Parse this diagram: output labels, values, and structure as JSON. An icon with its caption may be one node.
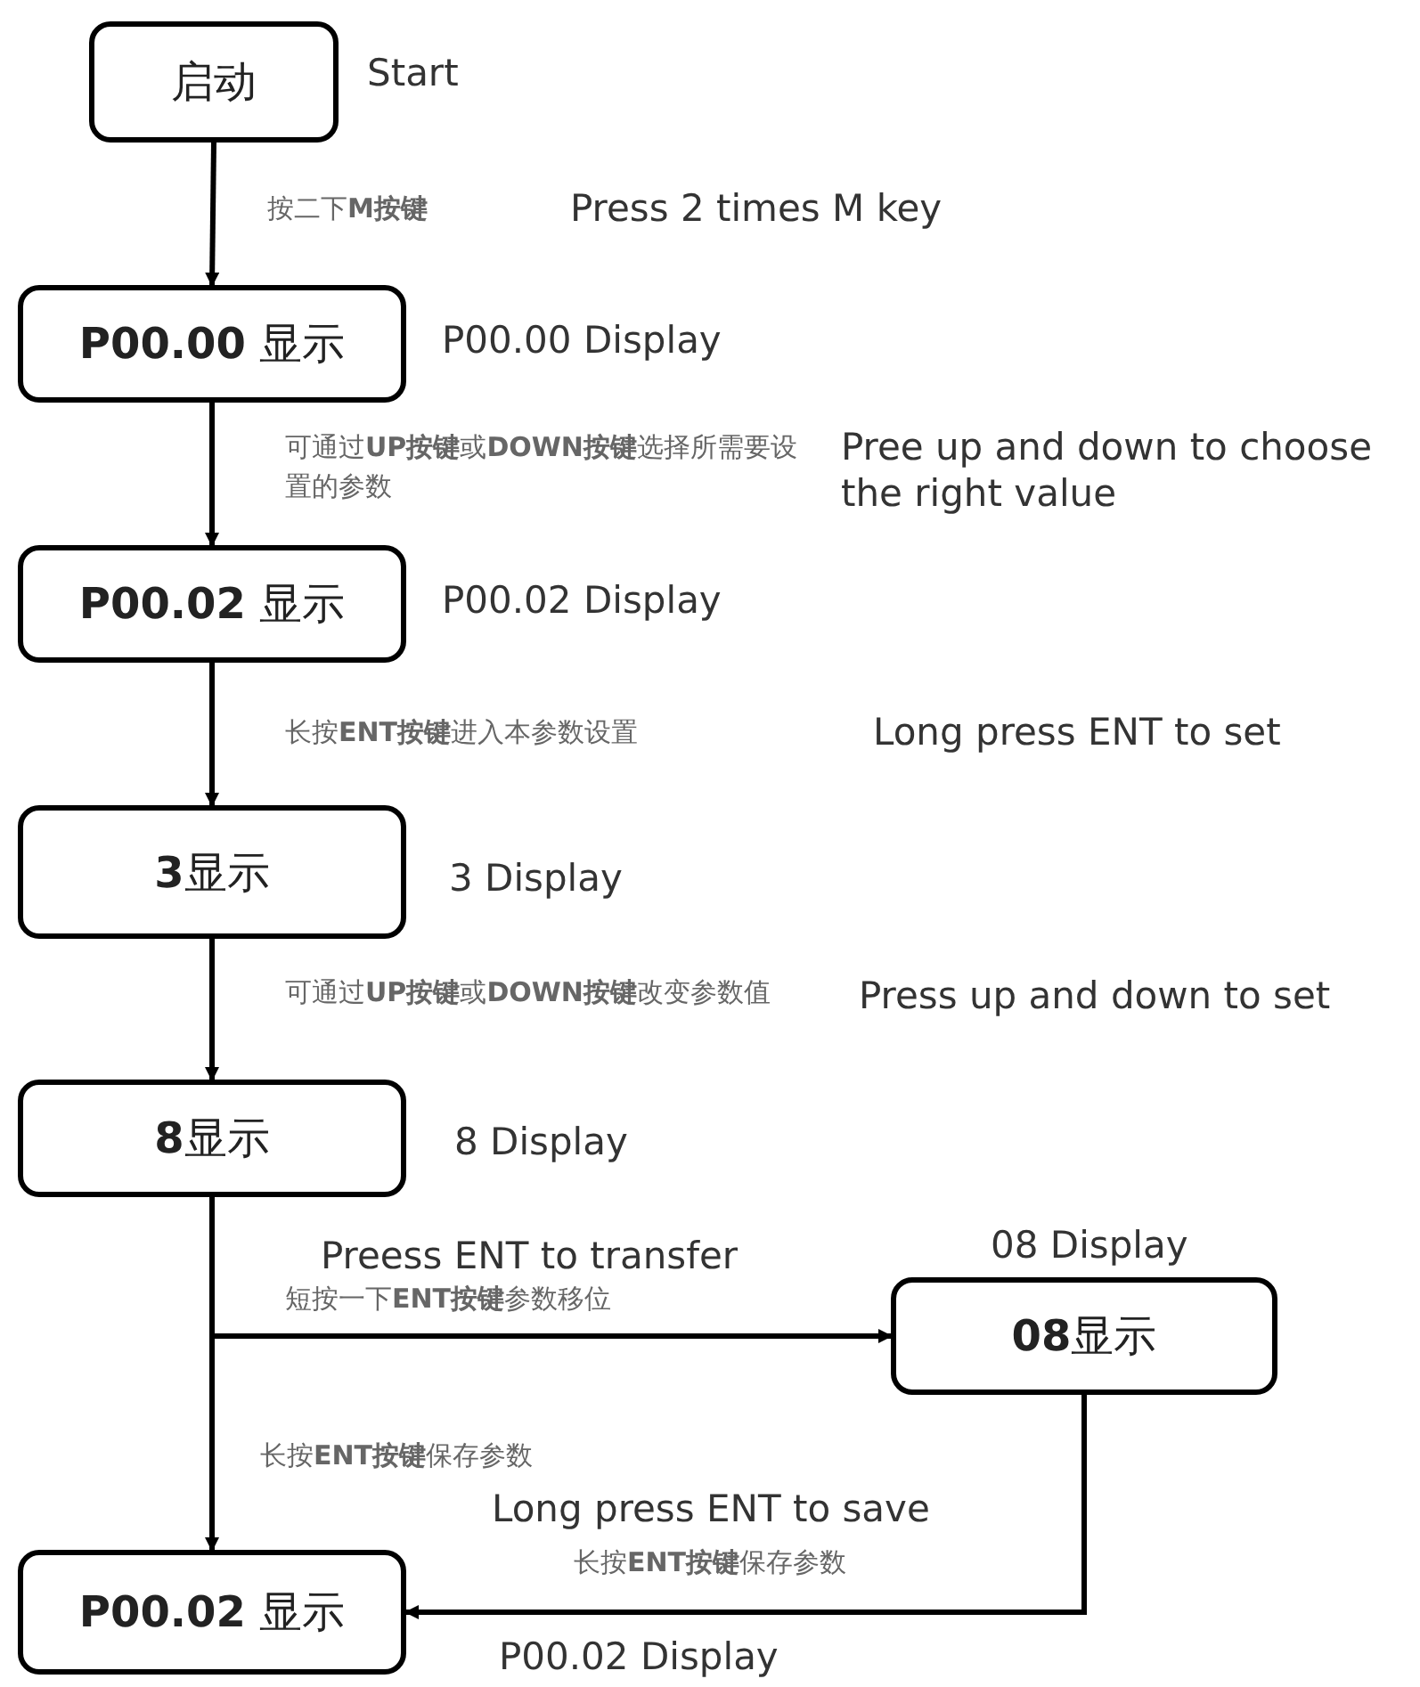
{
  "diagram": {
    "nodes": [
      {
        "text": [
          "启动"
        ],
        "beside": [
          "Start"
        ]
      },
      {
        "text": [
          "**P00.00** 显示"
        ],
        "beside": [
          "P00.00 Display"
        ]
      },
      {
        "text": [
          "**P00.02** 显示"
        ],
        "beside": [
          "P00.02 Display"
        ]
      },
      {
        "text": [
          "**3**显示"
        ],
        "beside": [
          "3 Display"
        ]
      },
      {
        "text": [
          "**8**显示"
        ],
        "beside": [
          "8 Display"
        ]
      },
      {
        "text": [
          "**08**显示"
        ],
        "beside": [
          "08 Display"
        ]
      },
      {
        "text": [
          "**P00.02** 显示"
        ],
        "beside": [
          "P00.02 Display"
        ]
      }
    ],
    "edges": [
      {
        "from": 0,
        "to": 1,
        "arrow": "to",
        "label": "按二下**M按键**"
      },
      {
        "from": 1,
        "to": 2,
        "arrow": "to",
        "label": "可通过**UP按键**或**DOWN按键**选择所需要设置的参数"
      },
      {
        "from": 2,
        "to": 3,
        "arrow": "to",
        "label": "长按**ENT按键**进入本参数设置"
      },
      {
        "from": 3,
        "to": 4,
        "arrow": "to",
        "label": "可通过**UP按键**或**DOWN按键**改变参数值"
      },
      {
        "from": 4,
        "to": 5,
        "arrow": "to",
        "label": "短按一下**ENT按键**参数移位"
      },
      {
        "from": 4,
        "to": 6,
        "arrow": "to",
        "label": "长按**ENT按键**保存参数"
      },
      {
        "from": 5,
        "to": 6,
        "arrow": "to",
        "label": "长按**ENT按键**保存参数"
      }
    ],
    "labels": [
      "Press 2 times M key",
      "Pree up and down to choose the right value",
      "Long press ENT to set",
      "Press up and down to set",
      "Preess ENT to transfer",
      "Long press ENT to save"
    ]
  }
}
